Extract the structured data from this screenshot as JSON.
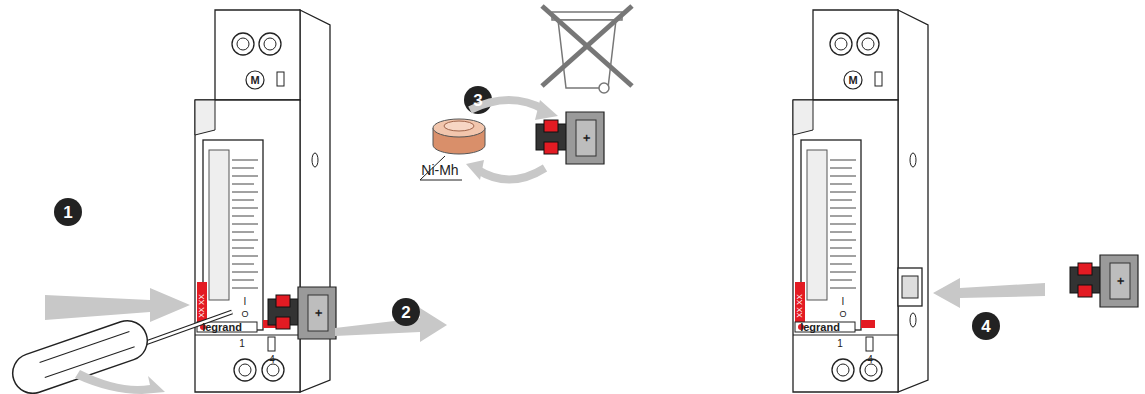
{
  "diagram": {
    "labels": [
      "1",
      "2",
      "3",
      "Ni-Mh",
      "4",
      "M",
      "legrand",
      "XX XX",
      "1",
      "4",
      "I",
      "O",
      "+",
      "+",
      "M",
      "legrand",
      "XX XX",
      "1",
      "4",
      "I",
      "O",
      "+"
    ]
  }
}
